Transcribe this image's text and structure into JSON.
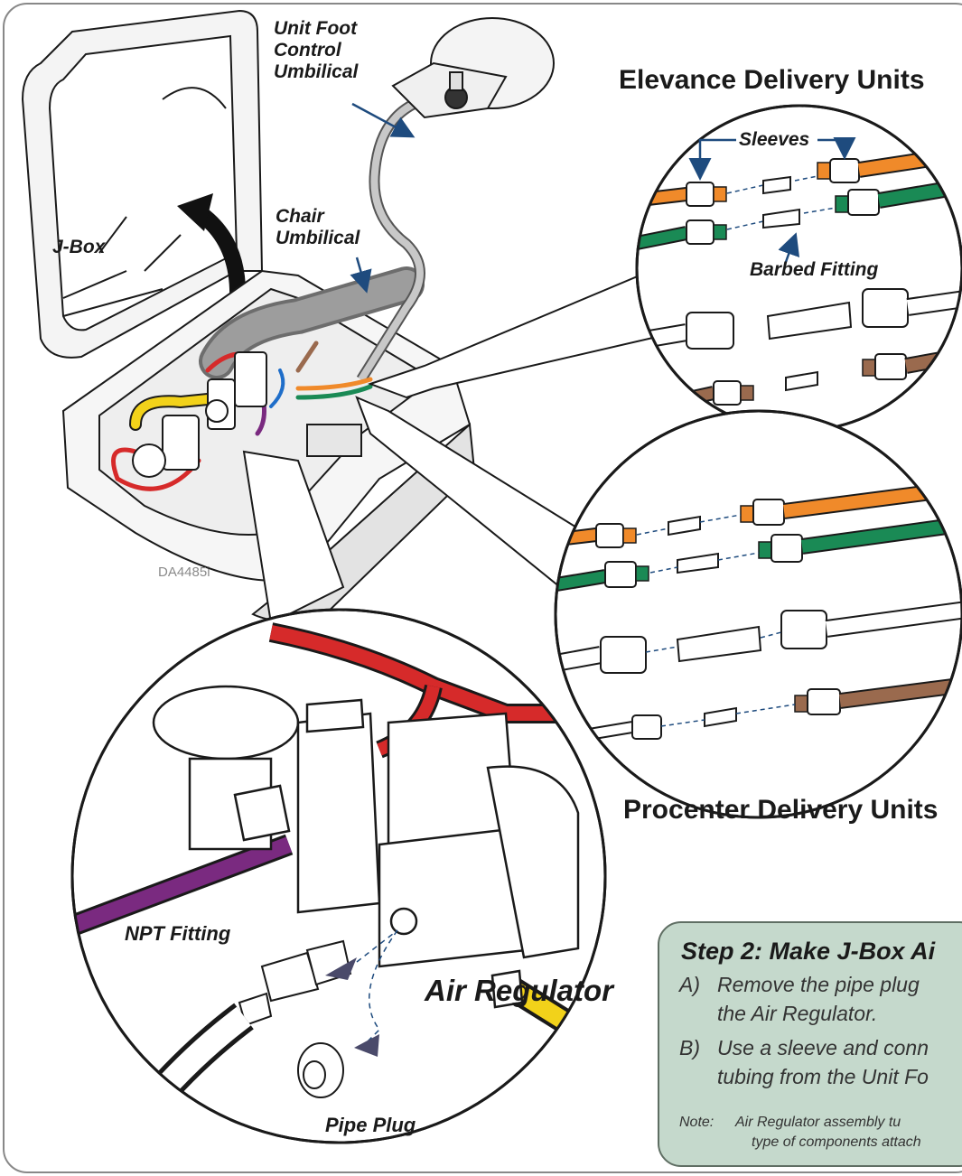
{
  "labels": {
    "unit_foot_umbilical": [
      "Unit Foot",
      "Control",
      "Umbilical"
    ],
    "chair_umbilical": [
      "Chair",
      "Umbilical"
    ],
    "jbox": "J-Box",
    "sleeves": "Sleeves",
    "barbed_fitting": "Barbed Fitting",
    "npt_fitting": "NPT Fitting",
    "air_regulator": "Air Regulator",
    "pipe_plug": "Pipe Plug",
    "drawing_code": "DA4485i"
  },
  "headings": {
    "elevance": "Elevance Delivery Units",
    "procenter": "Procenter Delivery Units"
  },
  "instructions": {
    "title": "Step 2:  Make J-Box Ai",
    "items": [
      {
        "tag": "A)",
        "lines": [
          "Remove the pipe plug",
          "the Air Regulator."
        ]
      },
      {
        "tag": "B)",
        "lines": [
          "Use a sleeve and conn",
          "tubing from the Unit Fo"
        ]
      }
    ],
    "note": {
      "tag": "Note:",
      "lines": [
        "Air Regulator assembly tu",
        "type of components attach"
      ]
    }
  },
  "colors": {
    "orange_tube": "#f08a2a",
    "green_tube": "#1a8a55",
    "brown_tube": "#9a6a4e",
    "red_tube": "#d62a2a",
    "yellow_tube": "#f2d21a",
    "purple_tube": "#7a2a80",
    "callout_arrow": "#1e4b7e",
    "step_box_fill": "#c5d9cc"
  }
}
